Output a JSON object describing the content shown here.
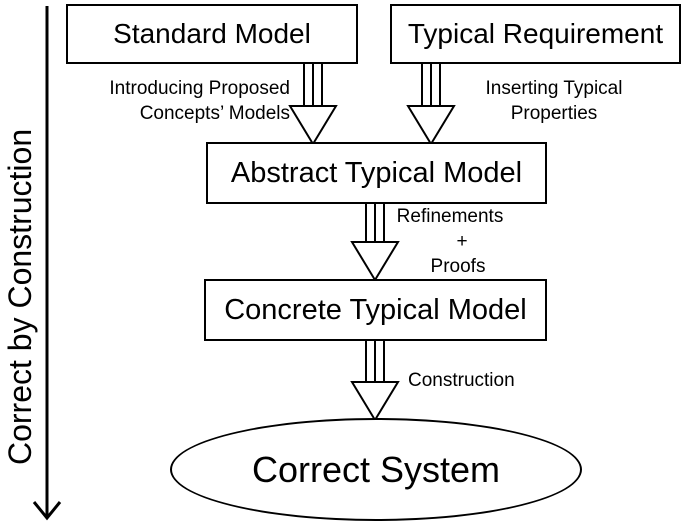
{
  "side_label": "Correct by Construction",
  "boxes": {
    "standard_model": "Standard Model",
    "typical_requirement": "Typical Requirement",
    "abstract_model": "Abstract Typical Model",
    "concrete_model": "Concrete Typical Model",
    "correct_system": "Correct System"
  },
  "arrow_labels": {
    "introducing_line1": "Introducing Proposed",
    "introducing_line2": "Concepts’ Models",
    "inserting_line1": "Inserting Typical",
    "inserting_line2": "Properties",
    "refinements_line1": "Refinements",
    "refinements_line2": "+",
    "refinements_line3": "Proofs",
    "construction": "Construction"
  }
}
